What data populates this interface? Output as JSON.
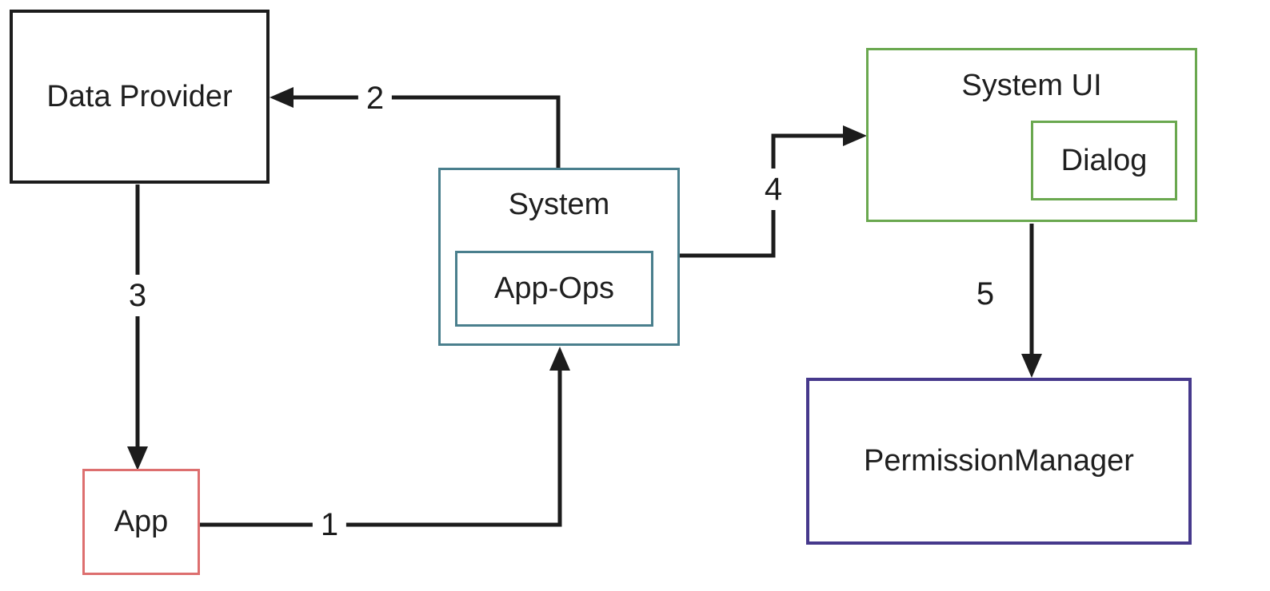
{
  "diagram": {
    "background_color": "#ffffff",
    "text_color": "#1f1f1f",
    "arrow_color": "#1c1c1c",
    "nodes": {
      "data_provider": {
        "label": "Data Provider",
        "border_color": "#1c1c1c"
      },
      "app": {
        "label": "App",
        "border_color": "#dd6f6f"
      },
      "system": {
        "label": "System",
        "border_color": "#4a7f8d"
      },
      "app_ops": {
        "label": "App-Ops",
        "border_color": "#4a7f8d"
      },
      "system_ui": {
        "label": "System UI",
        "border_color": "#6aa84f"
      },
      "dialog": {
        "label": "Dialog",
        "border_color": "#6aa84f"
      },
      "permission_manager": {
        "label": "PermissionManager",
        "border_color": "#46398c"
      }
    },
    "arrows": [
      {
        "label": "1",
        "from": "App",
        "to": "System"
      },
      {
        "label": "2",
        "from": "System",
        "to": "Data Provider"
      },
      {
        "label": "3",
        "from": "Data Provider",
        "to": "App"
      },
      {
        "label": "4",
        "from": "System",
        "to": "System UI"
      },
      {
        "label": "5",
        "from": "System UI",
        "to": "PermissionManager"
      }
    ]
  }
}
